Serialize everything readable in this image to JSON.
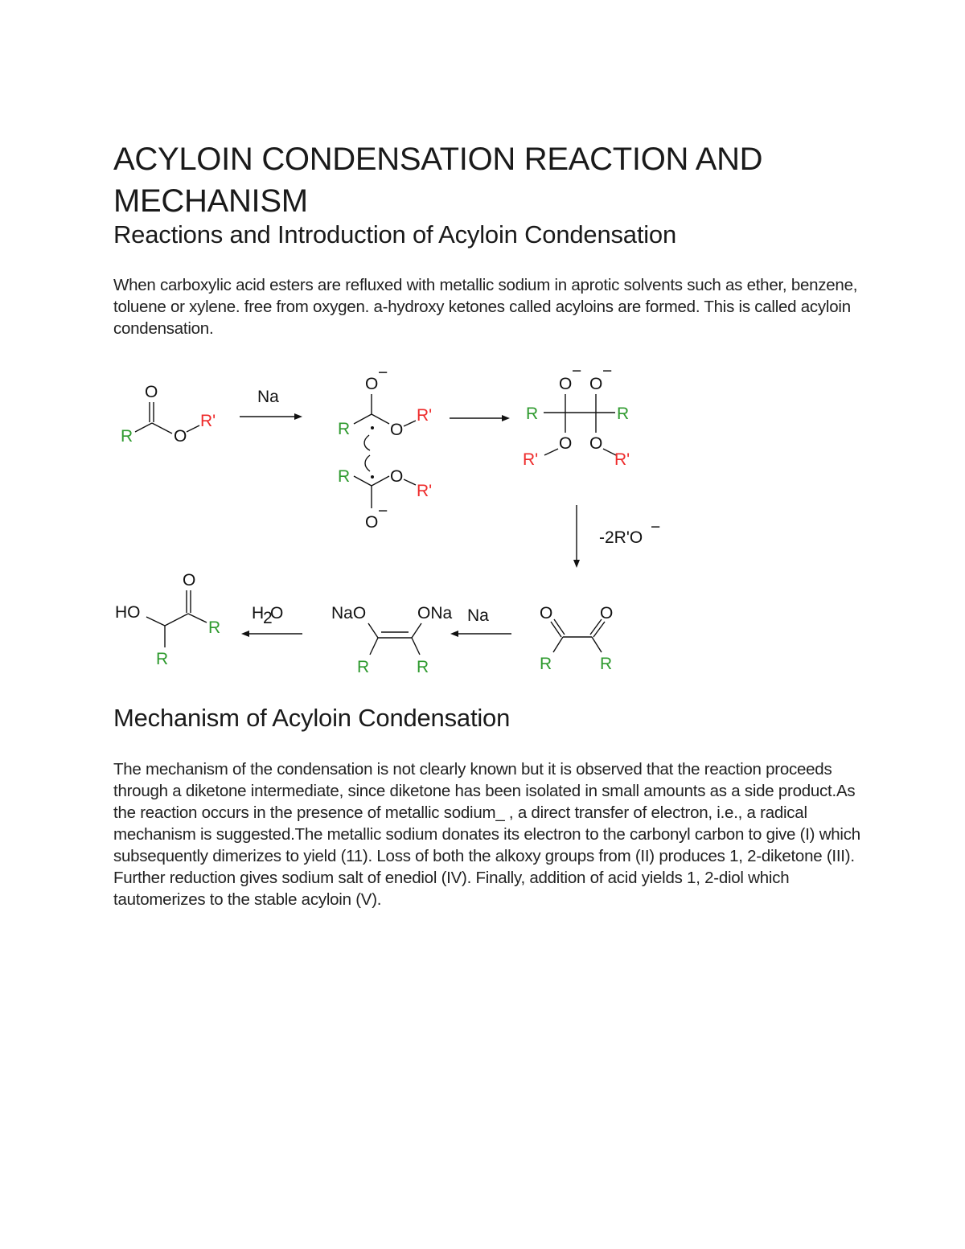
{
  "document": {
    "title": "ACYLOIN CONDENSATION REACTION AND MECHANISM",
    "subtitle": "Reactions and Introduction of Acyloin Condensation",
    "intro_paragraph": "When carboxylic acid esters are refluxed with metallic sodium in aprotic solvents such as ether, benzene, toluene or xylene. free from oxygen. a-hydroxy ketones called acyloins are formed. This is called acyloin condensation.",
    "mechanism_heading": "Mechanism of Acyloin Condensation",
    "mechanism_paragraph": "The mechanism of the condensation is not clearly known but it is observed that the reaction proceeds through a diketone intermediate, since diketone has been isolated in small amounts as a side product.As the reaction occurs in the presence of metallic sodium_ , a direct transfer of electron, i.e., a radical mechanism is suggested.The metallic sodium donates its electron to the carbonyl carbon to give (I) which subsequently dimerizes to yield (11). Loss of both the alkoxy groups from (II) produces 1, 2-diketone (III). Further reduction gives sodium salt of enediol (IV). Finally, addition of acid yields 1, 2-diol which tautomerizes to the stable acyloin (V)."
  },
  "scheme": {
    "colors": {
      "R": "#2e9a2e",
      "R_prime": "#ee2a2a",
      "bond": "#111111"
    },
    "labels": {
      "O": "O",
      "R": "R",
      "R_prime": "R'",
      "minus": "−",
      "reagent_1": "Na",
      "reagent_loss": "-2R'O",
      "reagent_na": "Na",
      "reagent_water_h": "H",
      "reagent_water_2": "2",
      "reagent_water_o": "O",
      "HO": "HO",
      "NaO": "NaO",
      "ONa": "ONa"
    },
    "steps": [
      {
        "name": "ester",
        "arrow_to_next": "Na"
      },
      {
        "name": "radical anion dimerization (I)",
        "arrow_to_next": ""
      },
      {
        "name": "dialkoxide (II)",
        "arrow_to_next": "-2R'O−"
      },
      {
        "name": "1,2-diketone (III)",
        "arrow_to_next": "Na"
      },
      {
        "name": "sodium enediolate (IV)",
        "arrow_to_next": "H2O"
      },
      {
        "name": "acyloin (V)",
        "arrow_to_next": ""
      }
    ]
  }
}
